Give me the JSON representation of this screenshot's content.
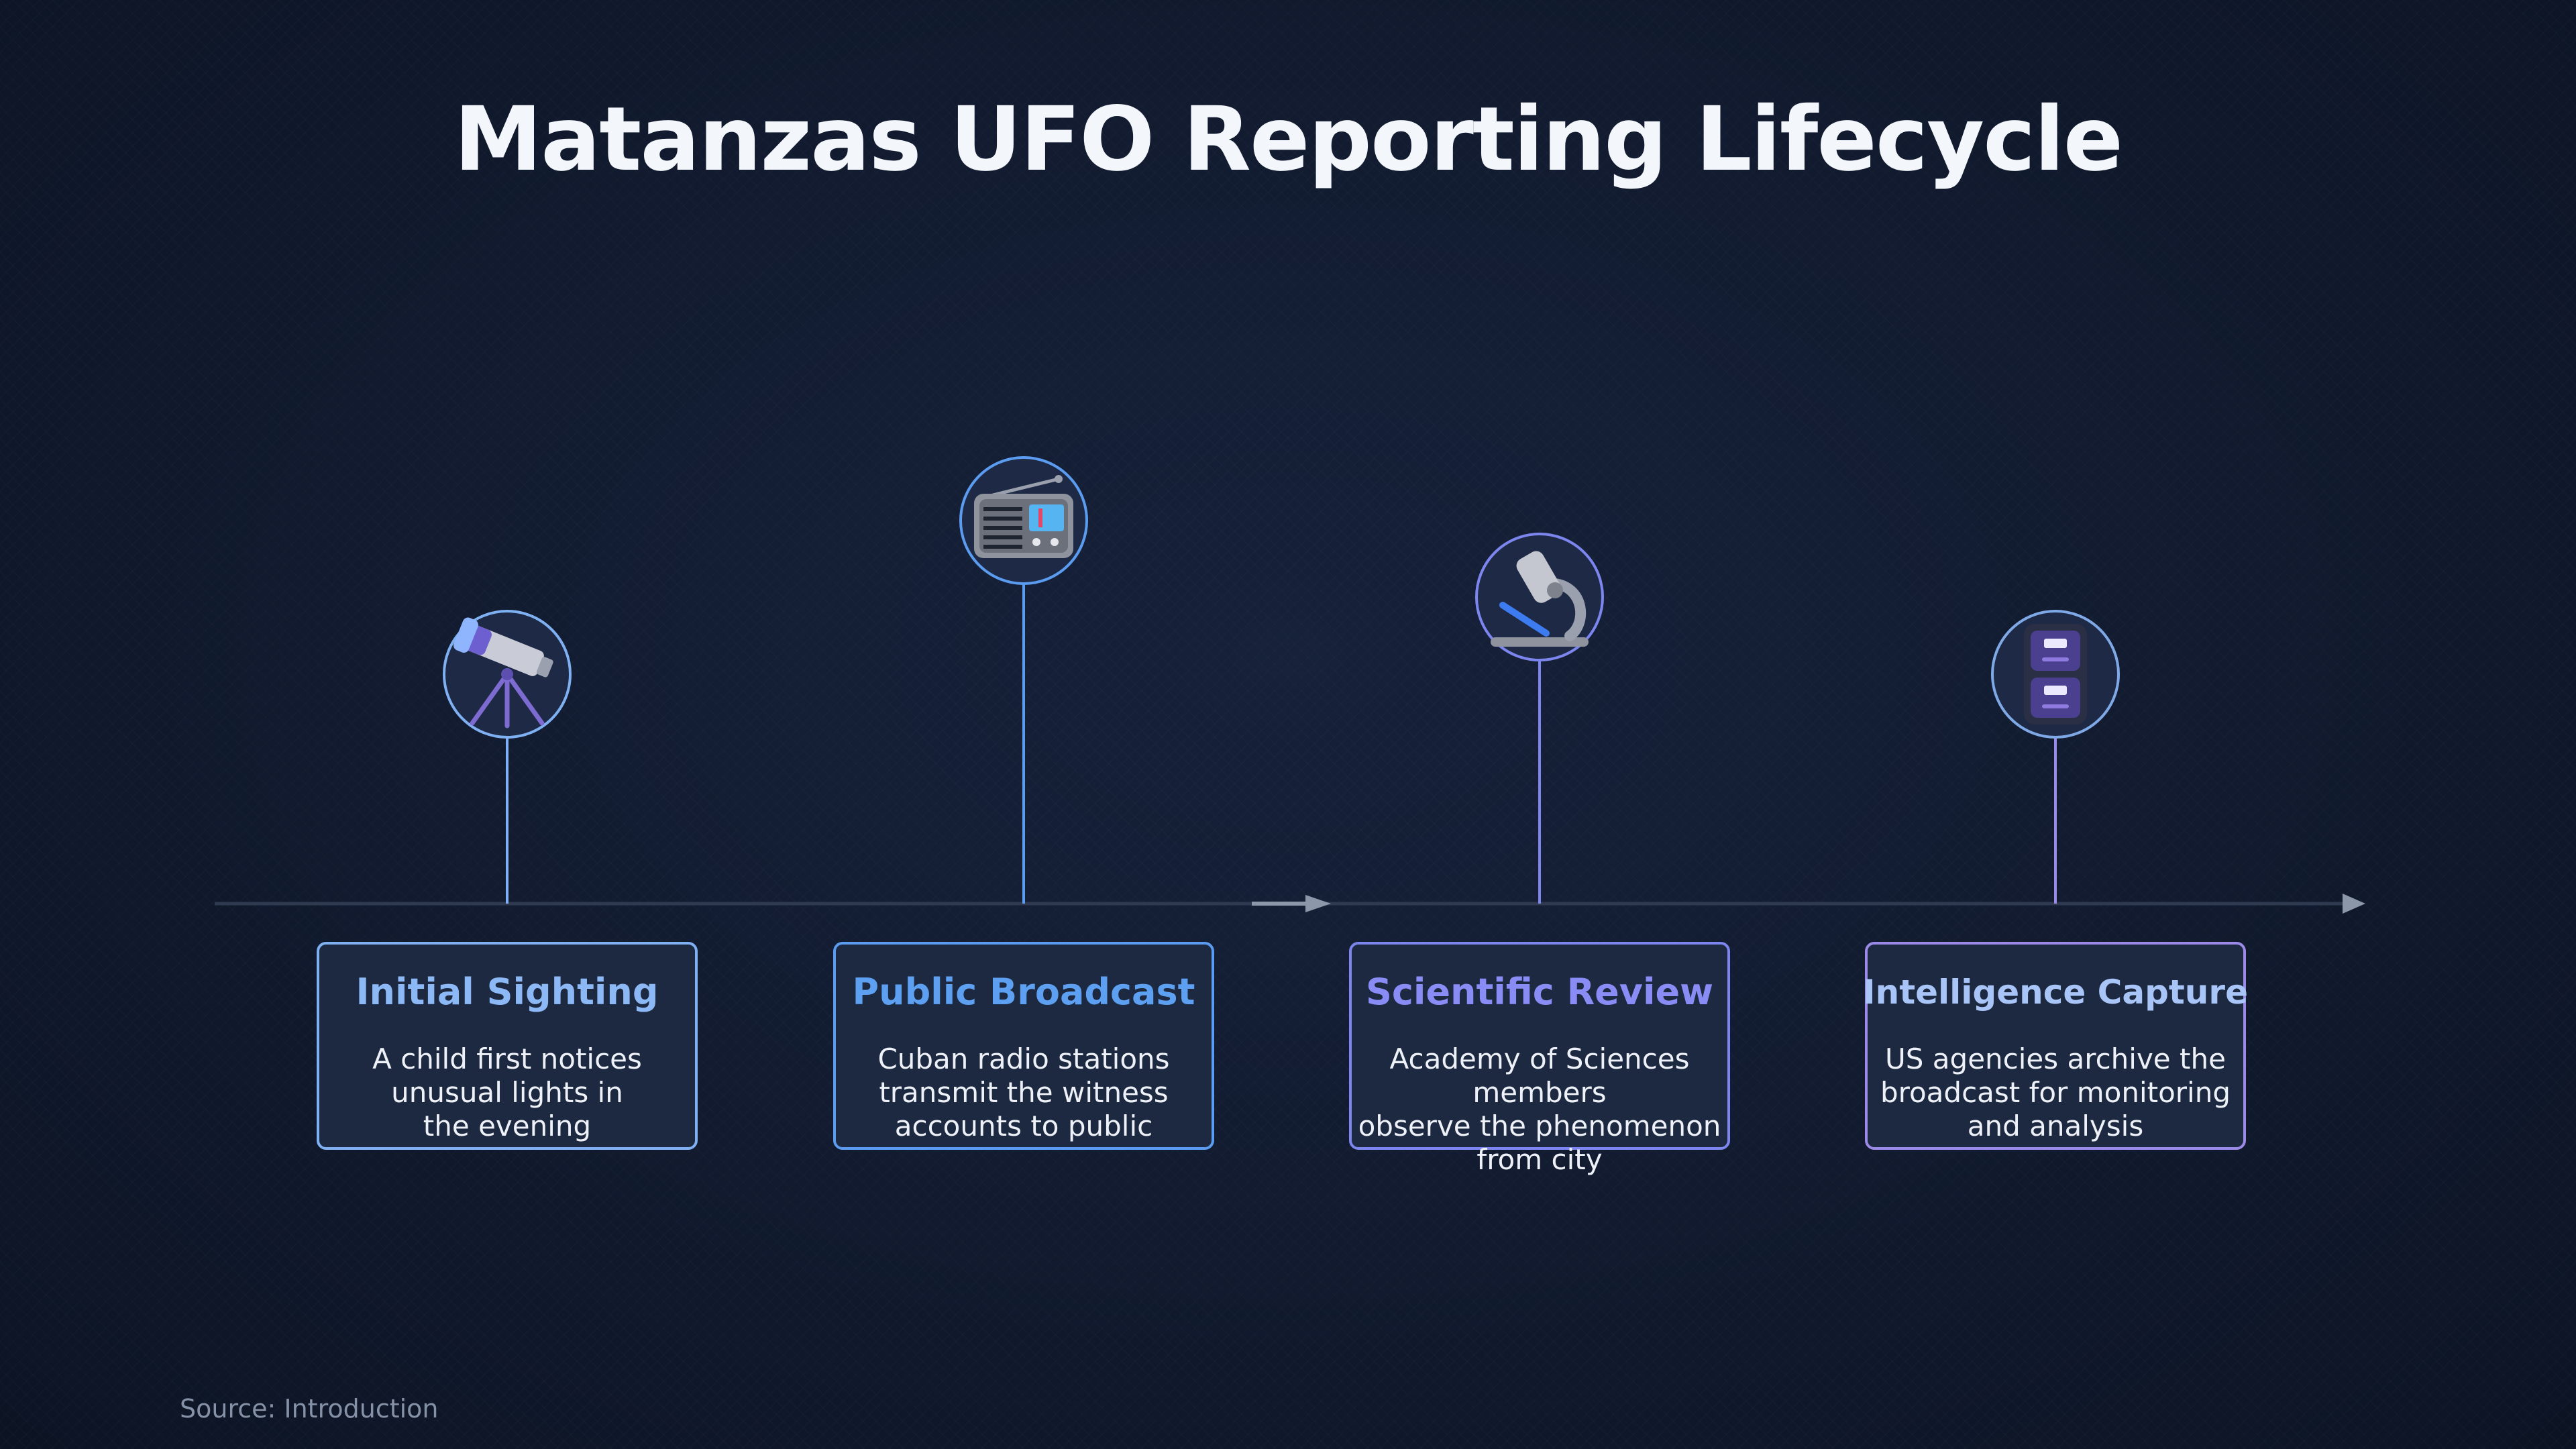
{
  "title": "Matanzas UFO Reporting Lifecycle",
  "source": "Source: Introduction",
  "colors": {
    "background": "#111a2e",
    "axis": "#2f3a50",
    "arrow": "#8c97aa",
    "card_fill": "#1c2941"
  },
  "steps": [
    {
      "title": "Initial Sighting",
      "description": "A child first notices\nunusual lights in\nthe evening",
      "icon": "telescope-icon",
      "color": "#7fb0f2",
      "title_color": "#8cb8f5"
    },
    {
      "title": "Public Broadcast",
      "description": "Cuban radio stations\ntransmit the witness\naccounts to public",
      "icon": "radio-icon",
      "color": "#5b9cf0",
      "title_color": "#5d9ff0"
    },
    {
      "title": "Scientific Review",
      "description": "Academy of Sciences members\nobserve the phenomenon\nfrom city",
      "icon": "microscope-icon",
      "color": "#7d86ee",
      "title_color": "#8a8cf5"
    },
    {
      "title": "Intelligence Capture",
      "description": "US agencies archive the\nbroadcast for monitoring\nand analysis",
      "icon": "file-cabinet-icon",
      "color": "#9b8ae8",
      "title_color": "#a9c4f7"
    }
  ]
}
